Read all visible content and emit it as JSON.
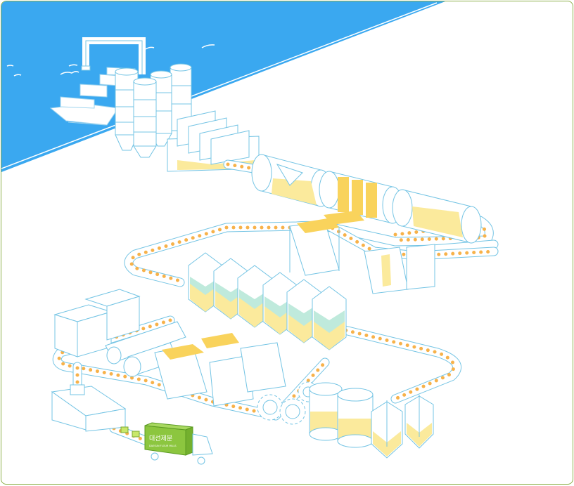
{
  "diagram": {
    "kind": "isometric-factory-process",
    "truck": {
      "label": "대선제분",
      "sublabel": "DAESUN FLOUR MILLS"
    }
  },
  "colors": {
    "sea": "#3aa8f0",
    "outline": "#74c4e4",
    "conveyor_dots": "#f7b24a",
    "grain_fill": "#fbea9c",
    "liquid_fill": "#bfeadc",
    "truck_green": "#8cc63f",
    "frame_border": "#8db04a"
  },
  "icons": [
    "ship-icon",
    "crane-icon",
    "silo-icon",
    "conveyor-icon",
    "mill-drum-icon",
    "gear-icon",
    "tank-icon",
    "truck-icon"
  ]
}
